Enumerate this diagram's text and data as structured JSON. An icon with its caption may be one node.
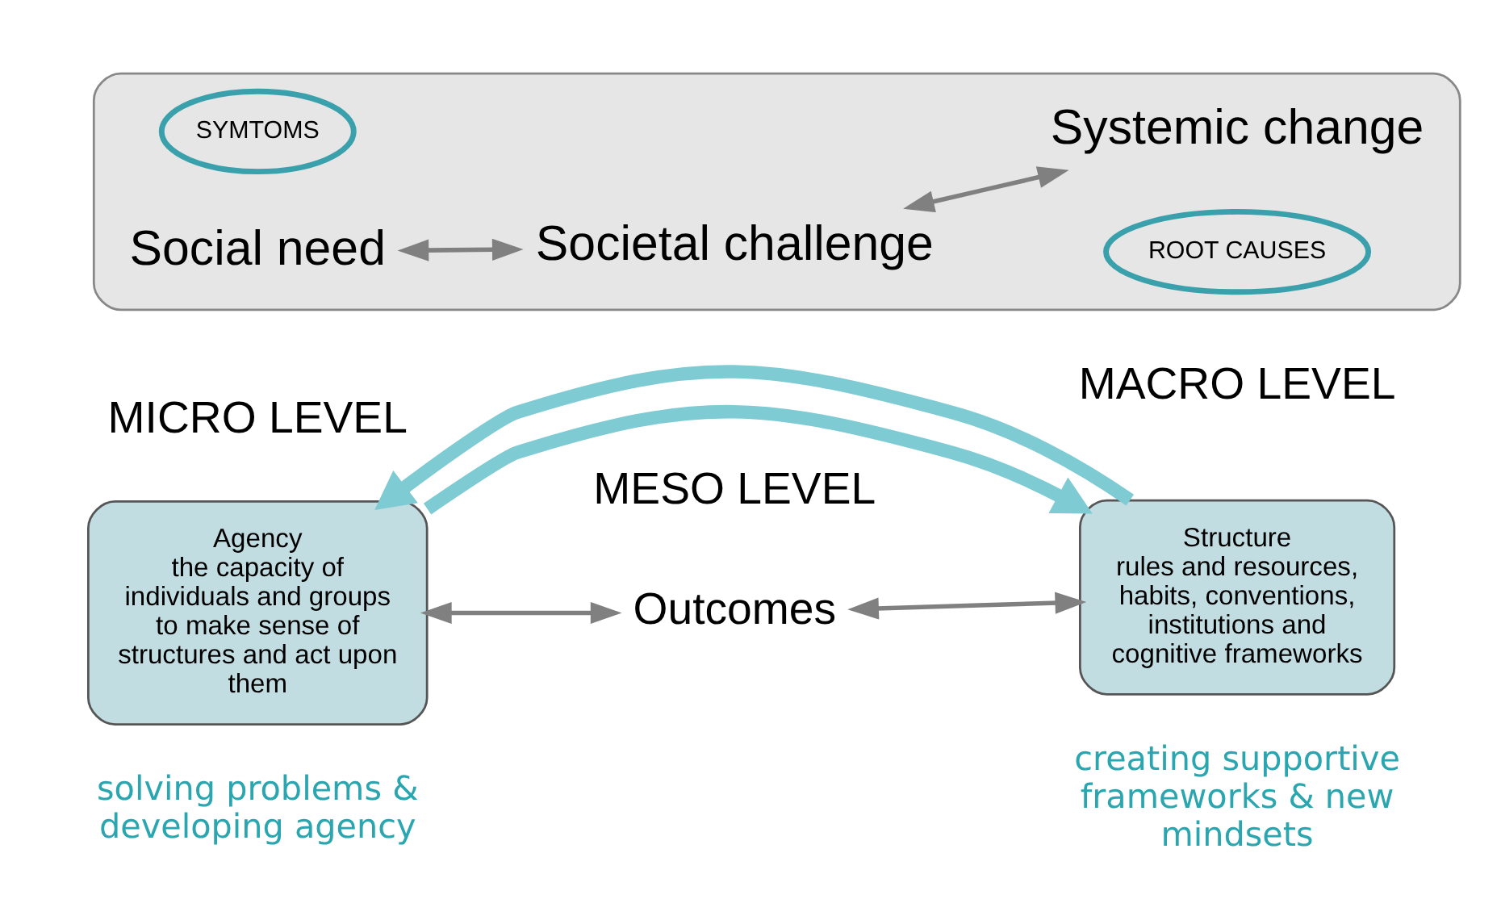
{
  "diagram": {
    "nodes": [
      {
        "text": [],
        "shape": "box"
      },
      {
        "text": [
          "Social need"
        ],
        "in": 0
      },
      {
        "text": [
          "SYMTOMS"
        ],
        "in": 0
      },
      {
        "text": [
          "Societal challenge"
        ],
        "in": 0
      },
      {
        "text": [
          "Systemic change"
        ],
        "in": 0
      },
      {
        "text": [
          "ROOT CAUSES"
        ],
        "in": 0
      },
      {
        "text": [
          "Agency",
          "the capacity of individuals and groups to make sense of structures and act upon them"
        ]
      },
      {
        "text": [
          "Outcomes"
        ]
      },
      {
        "text": [
          "Structure",
          "rules and resources, habits, conventions, institutions and cognitive frameworks"
        ]
      }
    ],
    "edges": [
      {
        "from": 1,
        "to": 3,
        "arrow": "both"
      },
      {
        "from": 3,
        "to": 4,
        "arrow": "both"
      },
      {
        "from": 6,
        "to": 7,
        "arrow": "both"
      },
      {
        "from": 7,
        "to": 8,
        "arrow": "both"
      },
      {
        "from": 6,
        "to": 8,
        "arrow": "to",
        "style": "thick",
        "color": "#7ecbd3"
      },
      {
        "from": 8,
        "to": 6,
        "arrow": "to",
        "style": "thick",
        "color": "#7ecbd3"
      }
    ],
    "labels": [
      "MICRO LEVEL",
      "MESO LEVEL",
      "MACRO LEVEL",
      "solving problems & developing agency",
      "creating supportive frameworks & new mindsets"
    ]
  }
}
